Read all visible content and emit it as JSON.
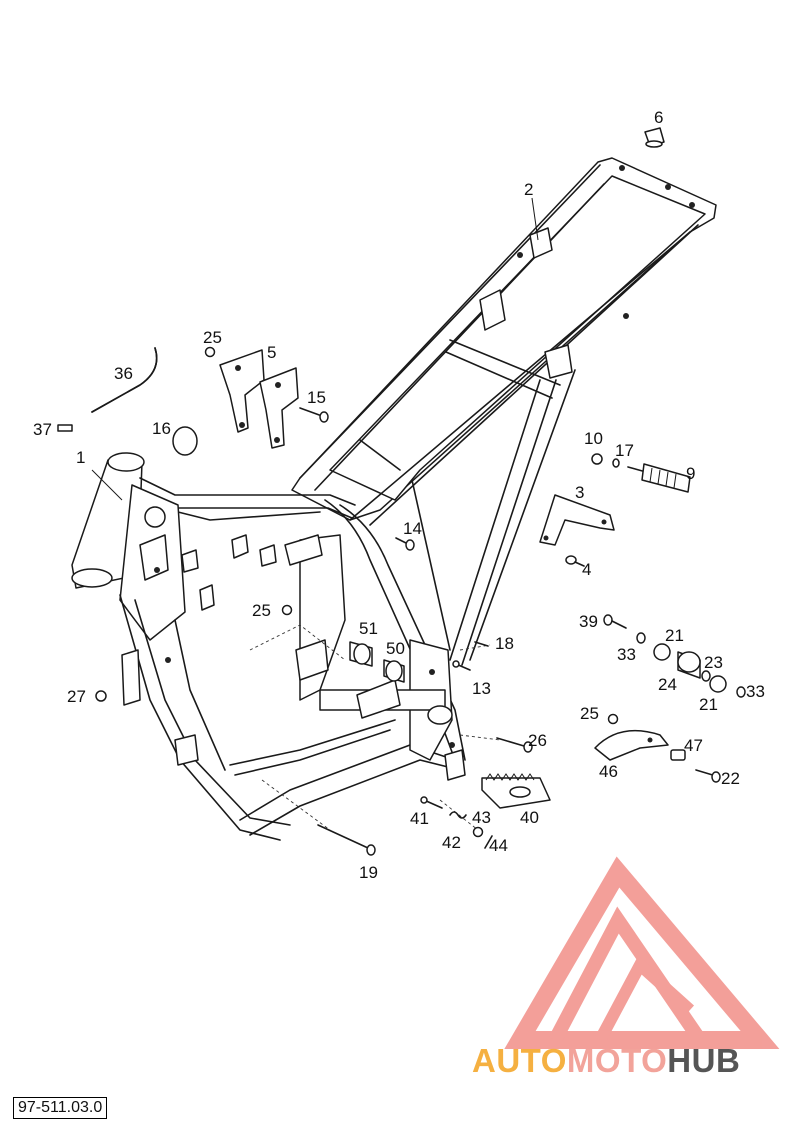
{
  "callouts": [
    {
      "id": "c1",
      "text": "1"
    },
    {
      "id": "c2",
      "text": "2"
    },
    {
      "id": "c3",
      "text": "3"
    },
    {
      "id": "c4",
      "text": "4"
    },
    {
      "id": "c5",
      "text": "5"
    },
    {
      "id": "c6",
      "text": "6"
    },
    {
      "id": "c9",
      "text": "9"
    },
    {
      "id": "c10",
      "text": "10"
    },
    {
      "id": "c13",
      "text": "13"
    },
    {
      "id": "c14",
      "text": "14"
    },
    {
      "id": "c15",
      "text": "15"
    },
    {
      "id": "c16",
      "text": "16"
    },
    {
      "id": "c17",
      "text": "17"
    },
    {
      "id": "c18",
      "text": "18"
    },
    {
      "id": "c19",
      "text": "19"
    },
    {
      "id": "c21a",
      "text": "21"
    },
    {
      "id": "c21b",
      "text": "21"
    },
    {
      "id": "c22",
      "text": "22"
    },
    {
      "id": "c23",
      "text": "23"
    },
    {
      "id": "c24",
      "text": "24"
    },
    {
      "id": "c25a",
      "text": "25"
    },
    {
      "id": "c25b",
      "text": "25"
    },
    {
      "id": "c25c",
      "text": "25"
    },
    {
      "id": "c26",
      "text": "26"
    },
    {
      "id": "c27",
      "text": "27"
    },
    {
      "id": "c33a",
      "text": "33"
    },
    {
      "id": "c33b",
      "text": "33"
    },
    {
      "id": "c36",
      "text": "36"
    },
    {
      "id": "c37",
      "text": "37"
    },
    {
      "id": "c39",
      "text": "39"
    },
    {
      "id": "c40",
      "text": "40"
    },
    {
      "id": "c41",
      "text": "41"
    },
    {
      "id": "c42",
      "text": "42"
    },
    {
      "id": "c43",
      "text": "43"
    },
    {
      "id": "c44",
      "text": "44"
    },
    {
      "id": "c46",
      "text": "46"
    },
    {
      "id": "c47",
      "text": "47"
    },
    {
      "id": "c50",
      "text": "50"
    },
    {
      "id": "c51",
      "text": "51"
    }
  ],
  "document_number": "97-511.03.0",
  "watermark": {
    "part1": "AUTO",
    "part2": "MOTO",
    "part3": "HUB",
    "color1": "#f5b041",
    "color2": "#f2a39a",
    "color3": "#555555"
  }
}
